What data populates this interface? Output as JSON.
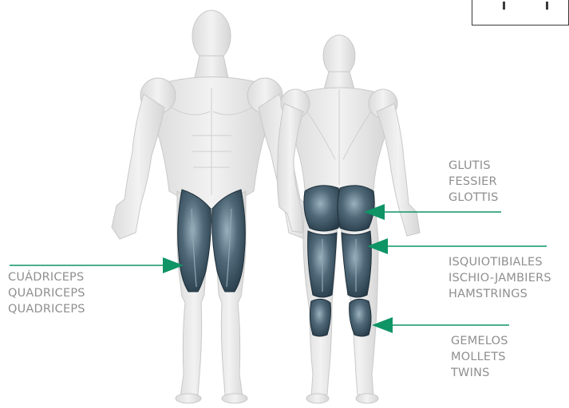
{
  "colors": {
    "arrow": "#0f9466",
    "muscle_dark": "#2e4452",
    "muscle_mid": "#4f6878",
    "muscle_light": "#8fa6b3",
    "body": "#e6e6e6",
    "body_line": "#c8c8c8",
    "text": "#8f8f8f"
  },
  "labels": {
    "glutes": {
      "lines": [
        "GLUTIS",
        "FESSIER",
        "GLOTTIS"
      ]
    },
    "hamstrings": {
      "lines": [
        "ISQUIOTIBIALES",
        "ISCHIO-JAMBIERS",
        "HAMSTRINGS"
      ]
    },
    "calves": {
      "lines": [
        "GEMELOS",
        "MOLLETS",
        "TWINS"
      ]
    },
    "quadriceps": {
      "lines": [
        "CUÁDRICEPS",
        "QUADRICEPS",
        "QUADRICEPS"
      ]
    }
  }
}
